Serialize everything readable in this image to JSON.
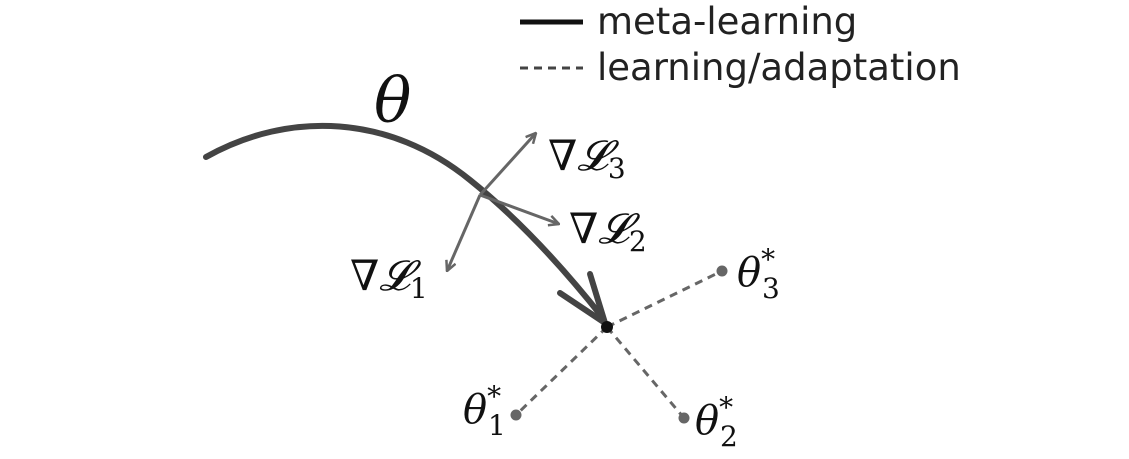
{
  "legend": {
    "solid_label": "meta-learning",
    "dashed_label": "learning/adaptation"
  },
  "theta": {
    "symbol": "θ"
  },
  "gradients": [
    {
      "nabla": "∇",
      "loss": "𝓛",
      "index": "3"
    },
    {
      "nabla": "∇",
      "loss": "𝓛",
      "index": "2"
    },
    {
      "nabla": "∇",
      "loss": "𝓛",
      "index": "1"
    }
  ],
  "optima": [
    {
      "symbol": "θ",
      "sup": "*",
      "sub": "3"
    },
    {
      "symbol": "θ",
      "sup": "*",
      "sub": "1"
    },
    {
      "symbol": "θ",
      "sup": "*",
      "sub": "2"
    }
  ],
  "colors": {
    "meta_path": "#444444",
    "gradient_arrows": "#666666",
    "dashed_paths": "#666666",
    "center_point": "#111111",
    "optimum_points": "#666666"
  }
}
